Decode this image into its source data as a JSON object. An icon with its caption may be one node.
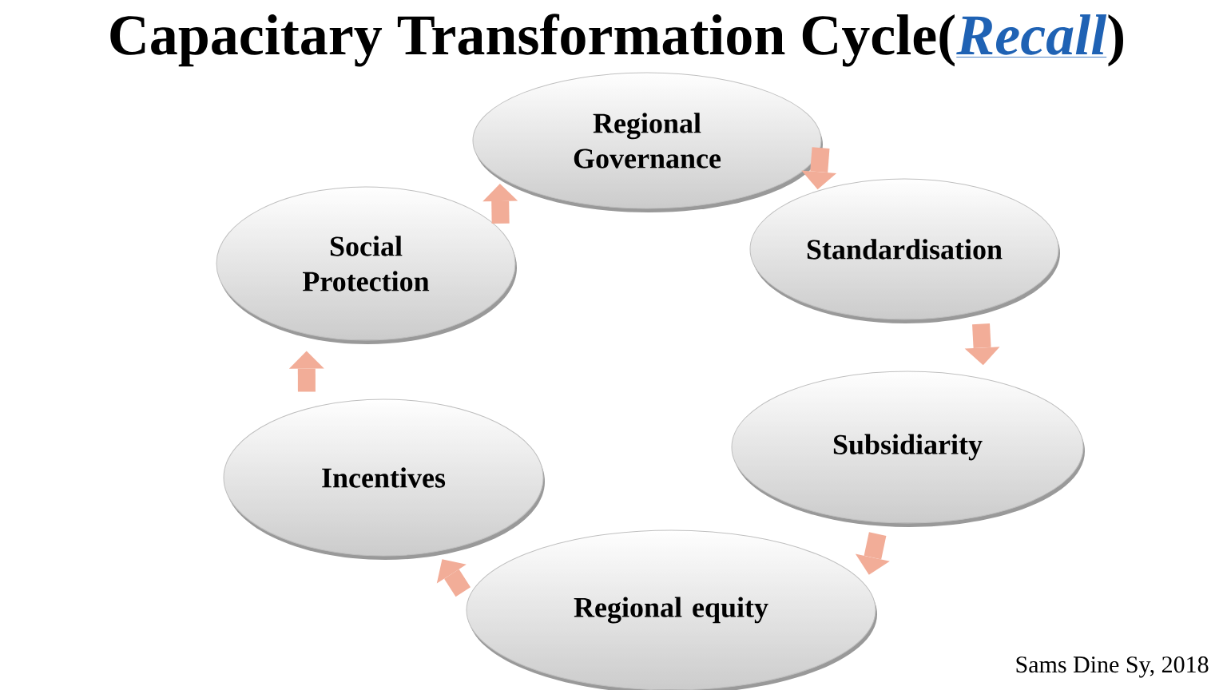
{
  "diagram": {
    "title": "Capacitary Transformation Cycle(*Recall*)",
    "nodes": [
      {
        "text": [
          "Regional Governance"
        ]
      },
      {
        "text": [
          "Standardisation"
        ]
      },
      {
        "text": [
          "Subsidiarity"
        ]
      },
      {
        "text": [
          "Regional equity"
        ]
      },
      {
        "text": [
          "Incentives"
        ]
      },
      {
        "text": [
          "Social Protection"
        ]
      }
    ],
    "edges": [
      {
        "from": 0,
        "to": 1,
        "arrow": "to"
      },
      {
        "from": 1,
        "to": 2,
        "arrow": "to"
      },
      {
        "from": 2,
        "to": 3,
        "arrow": "to"
      },
      {
        "from": 3,
        "to": 4,
        "arrow": "to"
      },
      {
        "from": 4,
        "to": 5,
        "arrow": "to"
      },
      {
        "from": 5,
        "to": 0,
        "arrow": "to"
      }
    ],
    "labels": [
      "Sams Dine Sy, 2018"
    ]
  }
}
